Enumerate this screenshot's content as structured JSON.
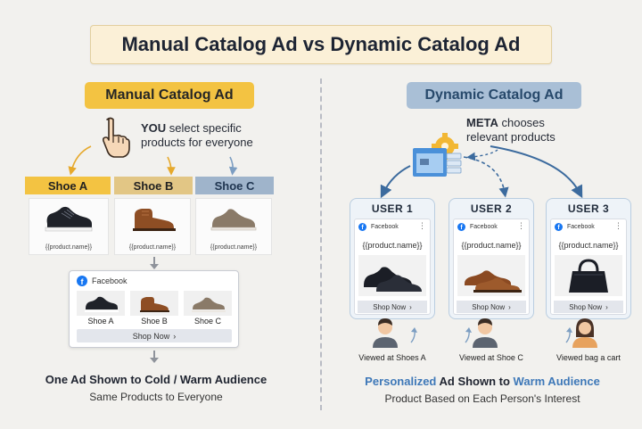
{
  "title": "Manual Catalog Ad vs Dynamic Catalog Ad",
  "manual": {
    "label": "Manual Catalog Ad",
    "caption_bold": "YOU",
    "caption_rest1": " select specific",
    "caption_line2": "products for everyone",
    "shoes": [
      {
        "tab": "Shoe A",
        "placeholder": "{{product.name}}"
      },
      {
        "tab": "Shoe B",
        "placeholder": "{{product.name}}"
      },
      {
        "tab": "Shoe  C",
        "placeholder": "{{product.name}}"
      }
    ],
    "ad": {
      "platform": "Facebook",
      "items": [
        "Shoe A",
        "Shoe B",
        "Shoe C"
      ],
      "cta": "Shop Now",
      "cta_icon": "chevron-right-icon"
    },
    "bottom_title": "One Ad Shown to Cold / Warm Audience",
    "bottom_sub": "Same Products to Everyone"
  },
  "dynamic": {
    "label": "Dynamic Catalog Ad",
    "caption_bold": "META",
    "caption_rest1": " chooses",
    "caption_line2": "relevant products",
    "users": [
      {
        "title": "USER 1",
        "platform": "Facebook",
        "placeholder": "{{product.name}}",
        "cta": "Shop Now",
        "viewed": "Viewed at Shoes A"
      },
      {
        "title": "USER 2",
        "platform": "Facebook",
        "placeholder": "{{product.name}}",
        "cta": "Shop Now",
        "viewed": "Viewed at Shoe C"
      },
      {
        "title": "USER 3",
        "platform": "Facebook",
        "placeholder": "{{product.name}}",
        "cta": "Shop Now",
        "viewed": "Viewed bag a cart"
      }
    ],
    "bottom_title_p1": "Personalized",
    "bottom_title_p2": " Ad Shown to ",
    "bottom_title_p3": "Warm Audience",
    "bottom_sub": "Product Based on Each Person's Interest"
  },
  "colors": {
    "manual_accent": "#f3c342",
    "dynamic_accent": "#a9bfd6",
    "facebook": "#1877f2",
    "highlight_blue": "#3e78b8"
  }
}
